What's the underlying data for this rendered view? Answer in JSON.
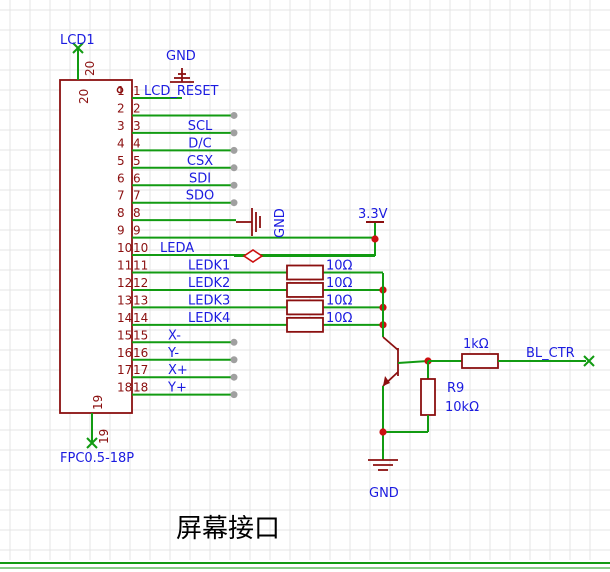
{
  "designator": "LCD1",
  "footprint": "FPC0.5-18P",
  "top_pin": "20",
  "bottom_pin": "19",
  "pins": [
    {
      "num": "1",
      "net": "LCD_RESET"
    },
    {
      "num": "2",
      "net": ""
    },
    {
      "num": "3",
      "net": "SCL"
    },
    {
      "num": "4",
      "net": "D/C"
    },
    {
      "num": "5",
      "net": "CSX"
    },
    {
      "num": "6",
      "net": "SDI"
    },
    {
      "num": "7",
      "net": "SDO"
    },
    {
      "num": "8",
      "net": ""
    },
    {
      "num": "9",
      "net": ""
    },
    {
      "num": "10",
      "net": "LEDA"
    },
    {
      "num": "11",
      "net": "LEDK1"
    },
    {
      "num": "12",
      "net": "LEDK2"
    },
    {
      "num": "13",
      "net": "LEDK3"
    },
    {
      "num": "14",
      "net": "LEDK4"
    },
    {
      "num": "15",
      "net": "X-"
    },
    {
      "num": "16",
      "net": "Y-"
    },
    {
      "num": "17",
      "net": "X+"
    },
    {
      "num": "18",
      "net": "Y+"
    }
  ],
  "power": {
    "gnd_top": "GND",
    "gnd_vertical": "GND",
    "vcc": "3.3V",
    "gnd_bottom": "GND"
  },
  "resistors": {
    "led": [
      "10Ω",
      "10Ω",
      "10Ω",
      "10Ω"
    ],
    "base": "1kΩ",
    "r9_ref": "R9",
    "r9_val": "10kΩ"
  },
  "net_ctrl": "BL_CTR",
  "caption": "屏幕接口",
  "colors": {
    "wire": "#129b12",
    "body": "#8b1010",
    "label": "#1b1be0",
    "grid": "#e4e4e4"
  }
}
